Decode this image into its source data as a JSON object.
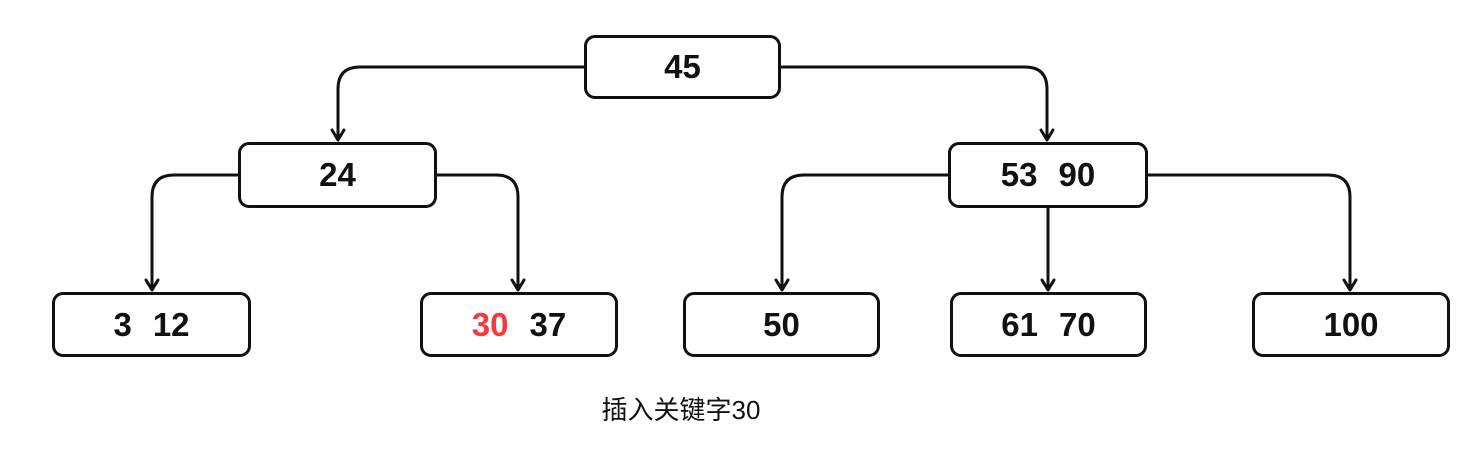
{
  "diagram": {
    "type": "b-tree",
    "caption": "插入关键字30",
    "nodes": {
      "root": {
        "keys": [
          {
            "text": "45",
            "highlight": false
          }
        ]
      },
      "internal_left": {
        "keys": [
          {
            "text": "24",
            "highlight": false
          }
        ]
      },
      "internal_right": {
        "keys": [
          {
            "text": "53",
            "highlight": false
          },
          {
            "text": "90",
            "highlight": false
          }
        ]
      },
      "leaf_1": {
        "keys": [
          {
            "text": "3",
            "highlight": false
          },
          {
            "text": "12",
            "highlight": false
          }
        ]
      },
      "leaf_2": {
        "keys": [
          {
            "text": "30",
            "highlight": true
          },
          {
            "text": "37",
            "highlight": false
          }
        ]
      },
      "leaf_3": {
        "keys": [
          {
            "text": "50",
            "highlight": false
          }
        ]
      },
      "leaf_4": {
        "keys": [
          {
            "text": "61",
            "highlight": false
          },
          {
            "text": "70",
            "highlight": false
          }
        ]
      },
      "leaf_5": {
        "keys": [
          {
            "text": "100",
            "highlight": false
          }
        ]
      }
    },
    "edges": [
      {
        "from": "root",
        "to": "internal_left"
      },
      {
        "from": "root",
        "to": "internal_right"
      },
      {
        "from": "internal_left",
        "to": "leaf_1"
      },
      {
        "from": "internal_left",
        "to": "leaf_2"
      },
      {
        "from": "internal_right",
        "to": "leaf_3"
      },
      {
        "from": "internal_right",
        "to": "leaf_4"
      },
      {
        "from": "internal_right",
        "to": "leaf_5"
      }
    ]
  },
  "colors": {
    "text": "#111111",
    "line": "#111111",
    "node_border": "#111111",
    "node_fill": "#ffffff",
    "key_highlight": "#f43b3b",
    "background": "#ffffff"
  }
}
